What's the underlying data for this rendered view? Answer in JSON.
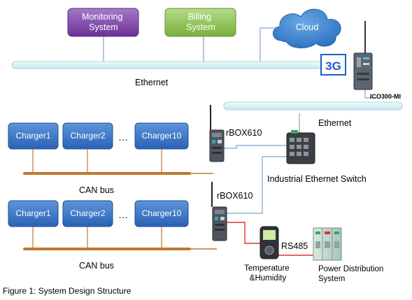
{
  "systems": {
    "monitoring": "Monitoring\nSystem",
    "billing": "Billing\nSystem",
    "cloud": "Cloud"
  },
  "network": {
    "ethernet_top": "Ethernet",
    "ethernet_mid": "Ethernet",
    "three_g": "3G",
    "ico_label": "ICO300-MI",
    "rbox_top": "rBOX610",
    "rbox_bottom": "rBOX610",
    "switch_label": "Industrial Ethernet Switch",
    "rs485": "RS485"
  },
  "chargers_top": [
    "Charger1",
    "Charger2",
    "Charger10"
  ],
  "chargers_bottom": [
    "Charger1",
    "Charger2",
    "Charger10"
  ],
  "ellipsis": "…",
  "can_bus_top": "CAN bus",
  "can_bus_bottom": "CAN bus",
  "devices": {
    "temperature": "Temperature\n&Humidity",
    "power_distribution": "Power Distribution\nSystem"
  },
  "caption": "Figure 1: System Design Structure",
  "colors": {
    "monitoring": "#7a3fa6",
    "billing": "#8cc34a",
    "cloud": "#2f7fc7",
    "charger": "#2f6fc4",
    "bus_orange": "#c0782f",
    "ethernet_bar": "#dcf3f8",
    "link_red": "#e0302a",
    "link_blue": "#6a96c8",
    "three_g": "#1b5ec9"
  }
}
